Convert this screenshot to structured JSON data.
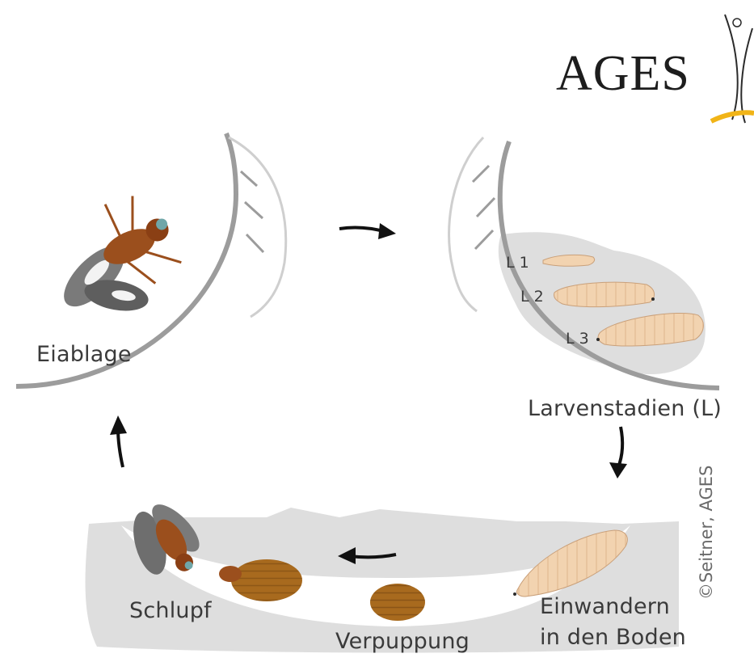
{
  "logo": {
    "text": "AGES"
  },
  "stages": {
    "egg_laying": "Eiablage",
    "larval_stages": "Larvenstadien (L)",
    "larva_l1": "L 1",
    "larva_l2": "L 2",
    "larva_l3": "L 3",
    "migration_line1": "Einwandern",
    "migration_line2": "in den Boden",
    "pupation": "Verpuppung",
    "emergence": "Schlupf"
  },
  "copyright": "©Seitner, AGES",
  "colors": {
    "fruit_outline": "#8c8c8c",
    "soil": "#dedede",
    "larva": "#f2d3b0",
    "pupa": "#a86a1e",
    "fly_body": "#9b4f1d",
    "logo_accent": "#f1b417"
  }
}
